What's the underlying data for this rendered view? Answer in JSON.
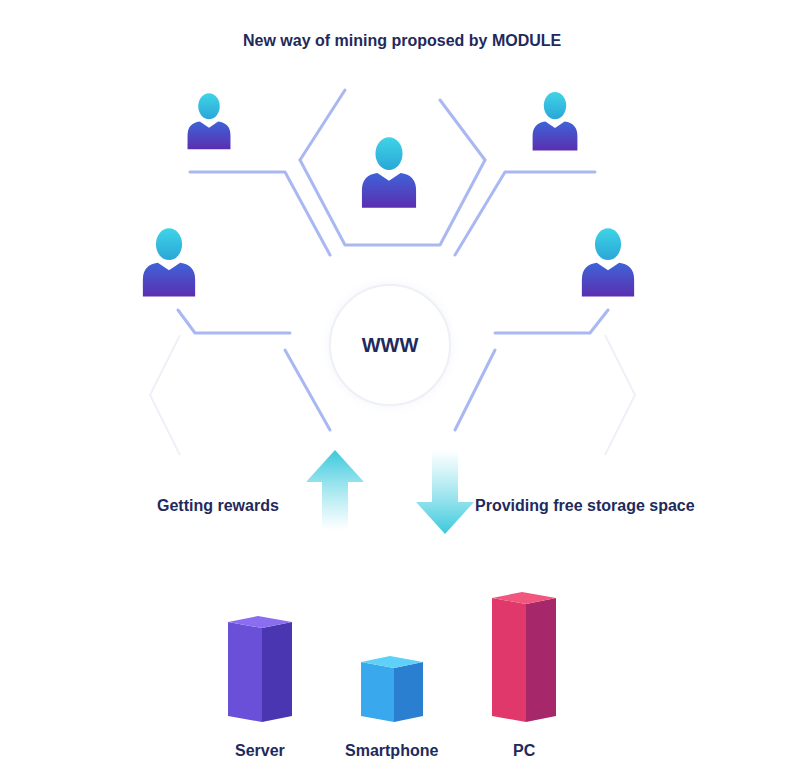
{
  "diagram": {
    "title": "New way of mining proposed by MODULE",
    "nodes": [
      {
        "text": [
          "WWW"
        ]
      },
      {
        "text": [
          "Server"
        ]
      },
      {
        "text": [
          "Smartphone"
        ]
      },
      {
        "text": [
          "PC"
        ]
      }
    ],
    "labels": [
      "Getting rewards",
      "Providing free storage space"
    ]
  }
}
